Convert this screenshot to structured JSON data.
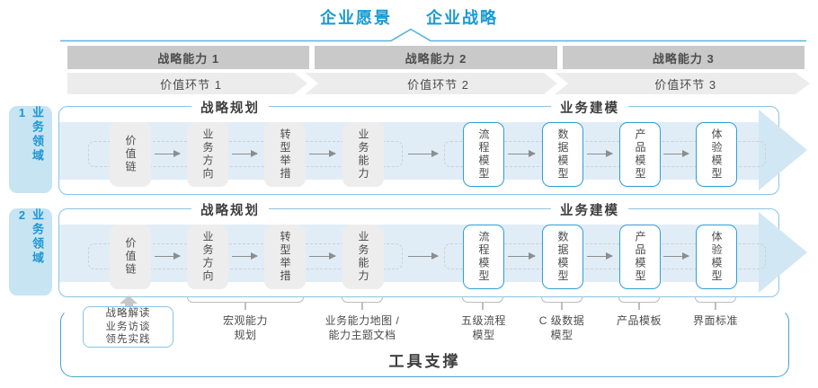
{
  "header": {
    "vision": "企业愿景",
    "strategy": "企业战略"
  },
  "strategic_capabilities": [
    "战略能力 1",
    "战略能力 2",
    "战略能力 3"
  ],
  "value_links": [
    "价值环节 1",
    "价值环节 2",
    "价值环节 3"
  ],
  "business_domains": [
    "业务领域 1",
    "业务领域 2"
  ],
  "sections": {
    "planning": "战略规划",
    "modeling": "业务建模"
  },
  "nodes": [
    "价值链",
    "业务方向",
    "转型举措",
    "业务能力",
    "流程模型",
    "数据模型",
    "产品模型",
    "体验模型"
  ],
  "callout_lines": [
    "战略解读",
    "业务访谈",
    "领先实践"
  ],
  "annotations": [
    "宏观能力\n规划",
    "业务能力地图 /\n能力主题文档",
    "五级流程\n模型",
    "C 级数据\n模型",
    "产品模板",
    "界面标准"
  ],
  "footer": {
    "label": "工具支撑"
  },
  "colors": {
    "accent_blue": "#189ad5",
    "bar_gray": "#c9c9c9",
    "chevron_gray": "#ececec",
    "band_blue": "#e0edf7",
    "node_gray": "#ededed",
    "node_border_blue": "#2d9fd6",
    "row_border_blue": "#88c4e4",
    "tool_border_blue": "#4aa0ce",
    "text_gray": "#4a4a4a"
  }
}
